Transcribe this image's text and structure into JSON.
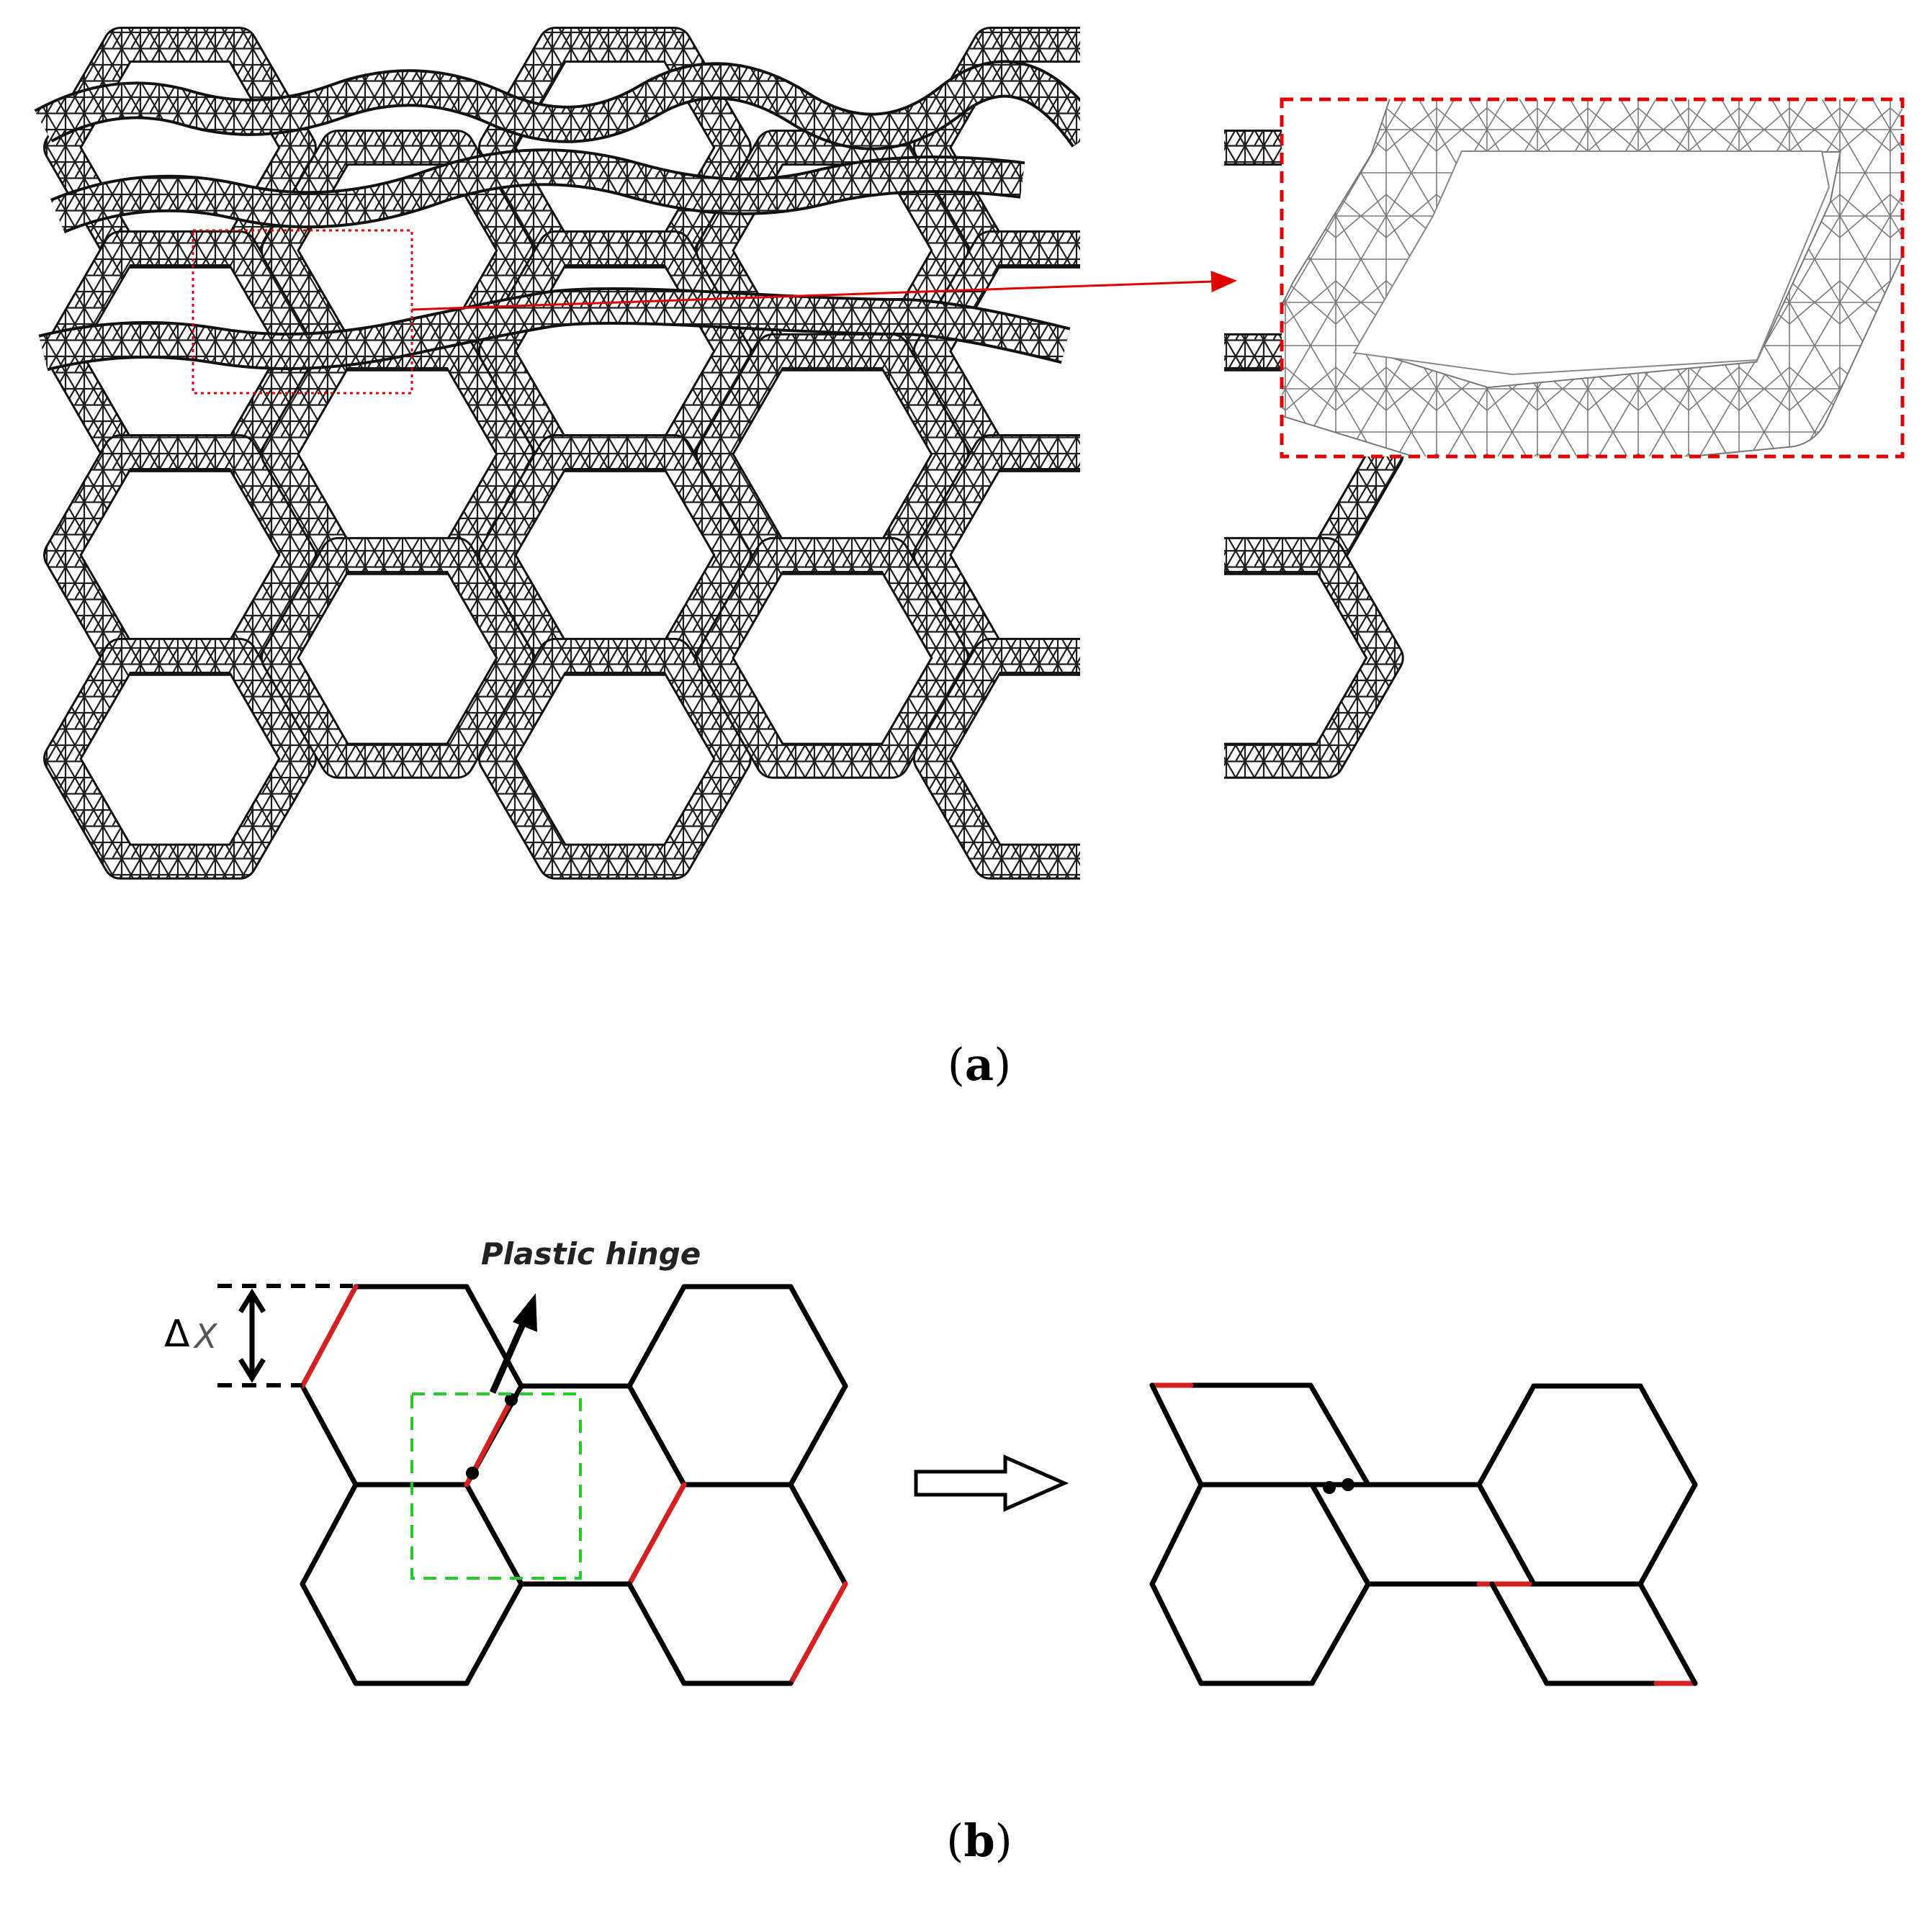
{
  "panel_a": {
    "caption_open": "(",
    "caption_letter": "a",
    "caption_close": ")",
    "colors": {
      "mesh": "#222222",
      "zoom_box": "#e00000",
      "arrow": "#e00000"
    }
  },
  "panel_b": {
    "caption_open": "(",
    "caption_letter": "b",
    "caption_close": ")",
    "plastic_hinge_label": "Plastic hinge",
    "delta_symbol": "Δ",
    "delta_var": "X",
    "colors": {
      "edge": "#000000",
      "hinge_edge": "#d42020",
      "region_box": "#22cc22"
    }
  }
}
